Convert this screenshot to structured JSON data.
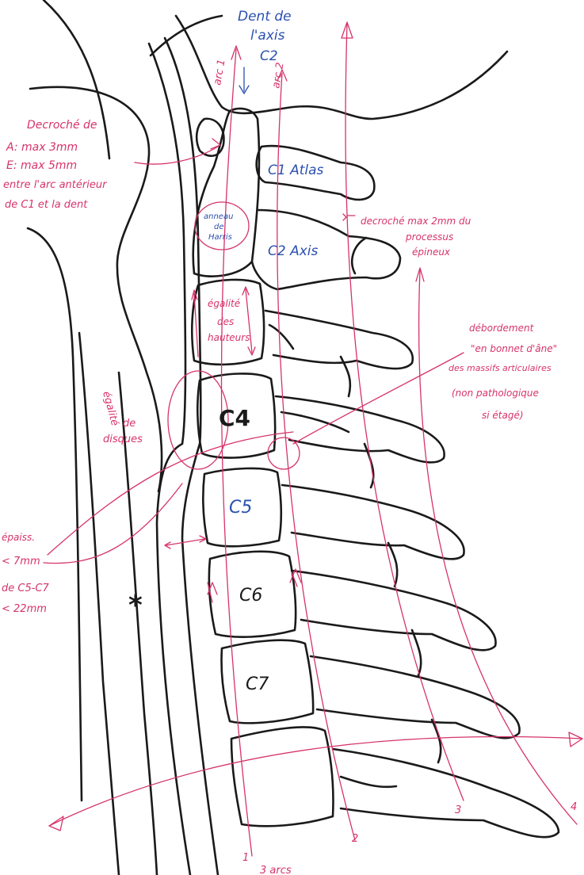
{
  "colors": {
    "ink": "#1a1a1a",
    "red": "#d6336c",
    "blue": "#2b50b0"
  },
  "labels": {
    "dent_line1": "Dent de",
    "dent_line2": "l'axis",
    "dent_line3": "C2",
    "arc1": "arc 1",
    "arc2": "arc 2",
    "c1": "C1 Atlas",
    "c2": "C2 Axis",
    "c4": "C4",
    "c5": "C5",
    "c6": "C6",
    "c7": "C7",
    "anneau_1": "anneau",
    "anneau_2": "de",
    "anneau_3": "Harris",
    "decroche_1": "Decroché de",
    "decroche_2": "A: max 3mm",
    "decroche_3": "E: max 5mm",
    "decroche_4": "entre l'arc antérieur",
    "decroche_5": "de C1 et la dent",
    "epineux_1": "decroché max 2mm du",
    "epineux_2": "processus",
    "epineux_3": "épineux",
    "egalite_h_1": "égalité",
    "egalite_h_2": "des",
    "egalite_h_3": "hauteurs",
    "egalite_d_1": "égalité",
    "egalite_d_2": "de",
    "egalite_d_3": "disques",
    "debord_1": "débordement",
    "debord_2": "\"en bonnet d'âne\"",
    "debord_3": "des massifs articulaires",
    "debord_4": "(non pathologique",
    "debord_5": "si étagé)",
    "epais_1": "épaiss.",
    "epais_2": "< 7mm",
    "epais_3": "de C5-C7",
    "epais_4": "< 22mm",
    "asterisk": "*",
    "n1": "1",
    "n2": "2",
    "n3": "3",
    "n4": "4",
    "bottom": "3 arcs"
  }
}
